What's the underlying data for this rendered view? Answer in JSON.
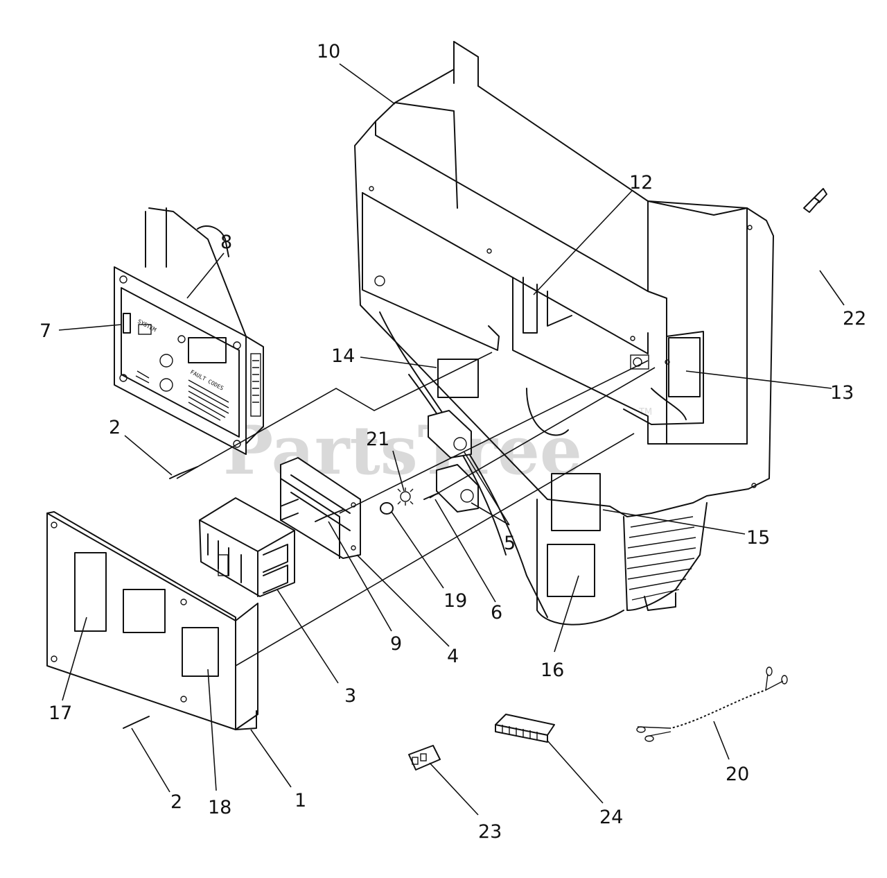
{
  "watermark": {
    "text": "PartsTree",
    "trademark": "TM"
  },
  "callouts": [
    {
      "id": "c10",
      "label": "10"
    },
    {
      "id": "c12",
      "label": "12"
    },
    {
      "id": "c8",
      "label": "8"
    },
    {
      "id": "c22",
      "label": "22"
    },
    {
      "id": "c7",
      "label": "7"
    },
    {
      "id": "c14",
      "label": "14"
    },
    {
      "id": "c13",
      "label": "13"
    },
    {
      "id": "c2a",
      "label": "2"
    },
    {
      "id": "c21",
      "label": "21"
    },
    {
      "id": "c15",
      "label": "15"
    },
    {
      "id": "c5",
      "label": "5"
    },
    {
      "id": "c19",
      "label": "19"
    },
    {
      "id": "c6",
      "label": "6"
    },
    {
      "id": "c9",
      "label": "9"
    },
    {
      "id": "c4",
      "label": "4"
    },
    {
      "id": "c16",
      "label": "16"
    },
    {
      "id": "c3",
      "label": "3"
    },
    {
      "id": "c17",
      "label": "17"
    },
    {
      "id": "c20",
      "label": "20"
    },
    {
      "id": "c2b",
      "label": "2"
    },
    {
      "id": "c18",
      "label": "18"
    },
    {
      "id": "c1",
      "label": "1"
    },
    {
      "id": "c24",
      "label": "24"
    },
    {
      "id": "c23",
      "label": "23"
    }
  ],
  "panel_labels": {
    "system": "SYSTEM",
    "fault_codes": "FAULT CODES"
  }
}
